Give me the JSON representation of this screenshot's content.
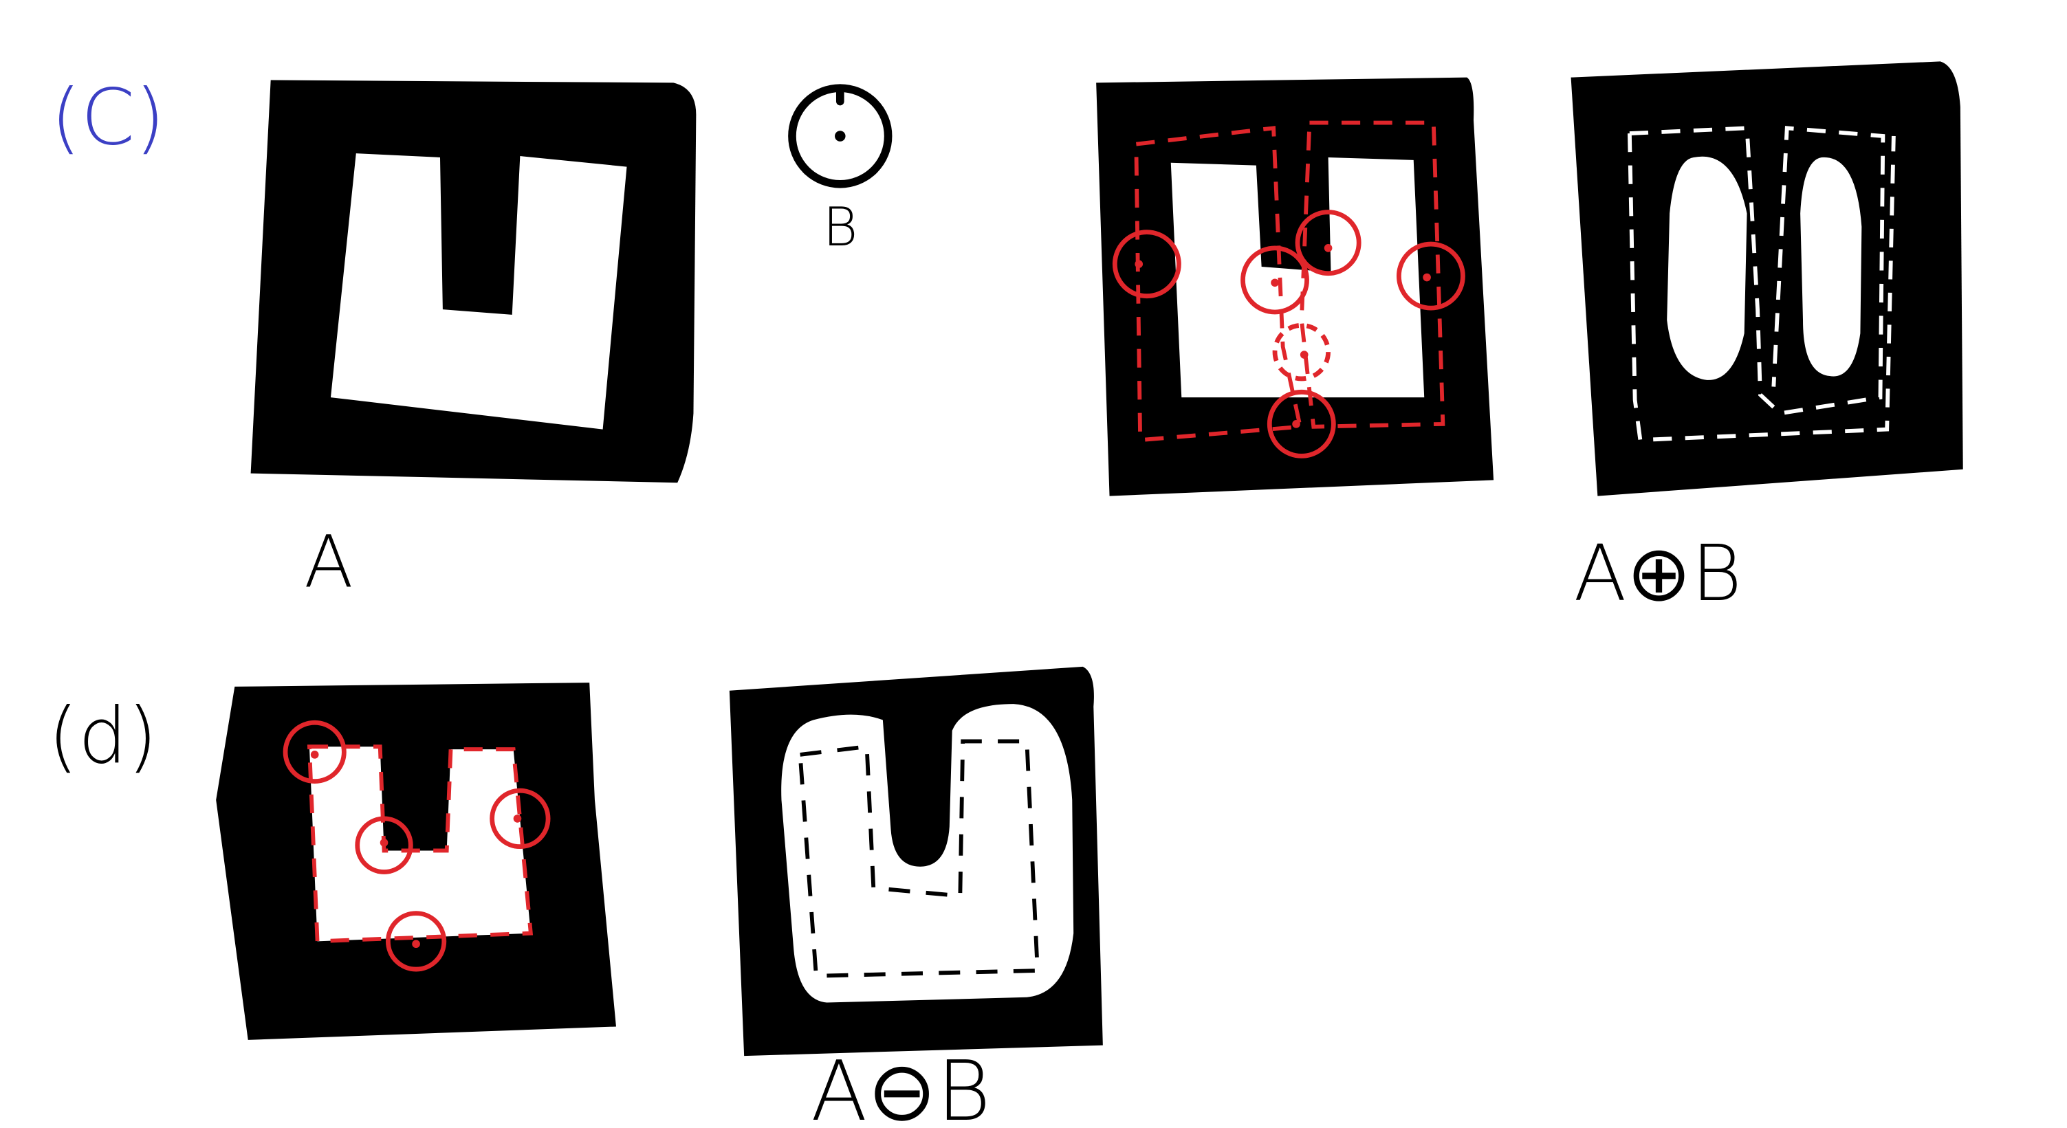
{
  "panels": {
    "c": {
      "label": "(C)",
      "a_caption": "A",
      "b_caption": "B",
      "result_caption": "A⊕B"
    },
    "d": {
      "label": "(d)",
      "result_caption": "A⊖B"
    }
  },
  "colors": {
    "ink": "#000000",
    "paper": "#ffffff",
    "probe": "#e0262b",
    "panel_c_label": "#3b3fc4"
  }
}
